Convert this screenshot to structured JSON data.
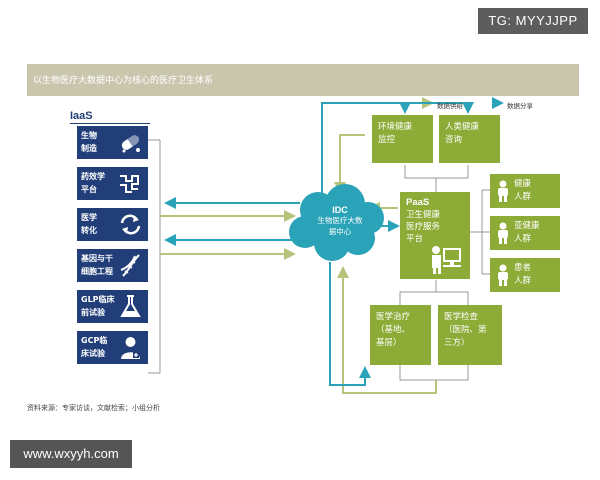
{
  "watermarks": {
    "top_right": "TG: MYYJJPP",
    "bottom_left": "www.wxyyh.com"
  },
  "title": "以生物医疗大数据中心为核心的医疗卫生体系",
  "legend": {
    "supply": "数据供给",
    "share": "数据分享"
  },
  "iaas": {
    "label": "IaaS",
    "items": [
      {
        "label": "生物\n制造",
        "icon": "pill-icon"
      },
      {
        "label": "药效学\n平台",
        "icon": "molecule-icon"
      },
      {
        "label": "医学\n转化",
        "icon": "refresh-arrows-icon"
      },
      {
        "label": "基因与干\n细胞工程",
        "icon": "dna-icon"
      },
      {
        "label": "GLP临床\n前试验",
        "icon": "flask-icon"
      },
      {
        "label": "GCP临\n床试验",
        "icon": "doctor-icon"
      }
    ]
  },
  "cloud": {
    "title": "IDC",
    "sub": "生物医疗大数\n据中心"
  },
  "top_boxes": [
    {
      "label": "环境健康\n监控"
    },
    {
      "label": "人类健康\n咨询"
    }
  ],
  "paas": {
    "title": "PaaS",
    "sub": "卫生健康\n医疗服务\n平台"
  },
  "groups": [
    {
      "label": "健康\n人群",
      "icon": "person-icon"
    },
    {
      "label": "亚健康\n人群",
      "icon": "person-icon"
    },
    {
      "label": "患者\n人群",
      "icon": "person-icon"
    }
  ],
  "bottom_boxes": [
    {
      "label": "医学治疗\n（基地、\n基层）"
    },
    {
      "label": "医学检查\n（医院、第\n三方）"
    }
  ],
  "colors": {
    "navy": "#213e78",
    "green": "#8dab37",
    "teal": "#2aa3b8",
    "supply_arrow": "#b5c47a",
    "share_arrow": "#2aa3b8"
  },
  "source": "资料来源：专家访谈，文献检索；小组分析"
}
